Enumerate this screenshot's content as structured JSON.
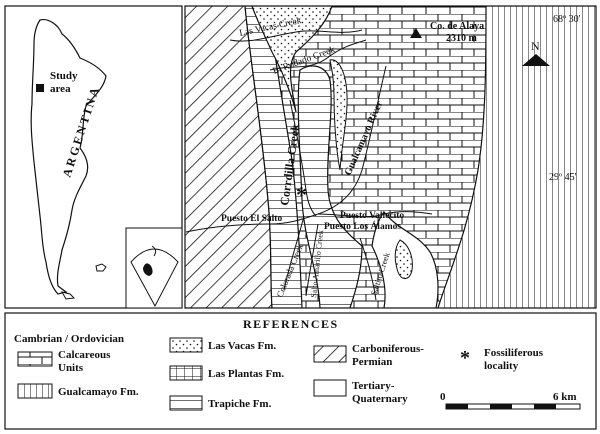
{
  "inset": {
    "country": "ARGENTINA",
    "study_area_label_1": "Study",
    "study_area_label_2": "area"
  },
  "map": {
    "coordinates": {
      "longitude": "68º 30'",
      "latitude": "29º 45'"
    },
    "north": "N",
    "peak": {
      "name": "Co. de Alaya",
      "elevation": "2310 m"
    },
    "creeks": [
      "Las Vacas Creek",
      "El Rodado Creek",
      "Corrdilla Creek",
      "Gualcamayo River",
      "Colorada Creek",
      "Salto Amarillo Creek",
      "Saltito Creek"
    ],
    "places": [
      "Puesto El Salto",
      "Puesto Vallecito",
      "Puesto Los Álamos"
    ]
  },
  "legend": {
    "title": "REFERENCES",
    "group_heading": "Cambrian / Ordovician",
    "items": [
      {
        "label_1": "Calcareous",
        "label_2": "Units",
        "pattern": "brick"
      },
      {
        "label_1": "Gualcamayo Fm.",
        "label_2": "",
        "pattern": "vertical-lines"
      },
      {
        "label_1": "Las Vacas Fm.",
        "label_2": "",
        "pattern": "dots"
      },
      {
        "label_1": "Las Plantas Fm.",
        "label_2": "",
        "pattern": "grid"
      },
      {
        "label_1": "Trapiche Fm.",
        "label_2": "",
        "pattern": "horizontal-lines"
      },
      {
        "label_1": "Carboniferous-",
        "label_2": "Permian",
        "pattern": "diagonal-lines"
      },
      {
        "label_1": "Tertiary-",
        "label_2": "Quaternary",
        "pattern": "blank"
      },
      {
        "label_1": "Fossiliferous",
        "label_2": "locality",
        "pattern": "asterisk"
      }
    ],
    "scale": {
      "start": "0",
      "end": "6 km"
    }
  }
}
